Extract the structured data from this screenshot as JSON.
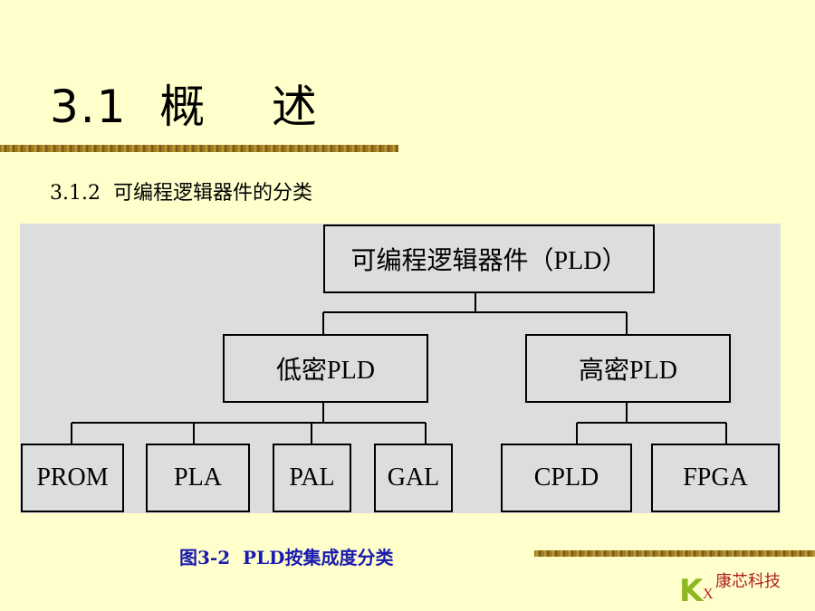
{
  "slide": {
    "title": "3.1  概    述",
    "subtitle": "3.1.2  可编程逻辑器件的分类",
    "caption": "图3-2  PLD按集成度分类",
    "logo": {
      "letter": "K",
      "sub": "X",
      "text": "康芯科技"
    }
  },
  "diagram": {
    "root": "可编程逻辑器件（PLD）",
    "low": "低密PLD",
    "high": "高密PLD",
    "low_children": [
      "PROM",
      "PLA",
      "PAL",
      "GAL"
    ],
    "high_children": [
      "CPLD",
      "FPGA"
    ]
  },
  "colors": {
    "background": "#FFFFCC",
    "diagram_bg": "#DDDDDD",
    "caption": "#1A1AB0",
    "logo_text": "#B02020",
    "logo_k": "#8DB822"
  }
}
